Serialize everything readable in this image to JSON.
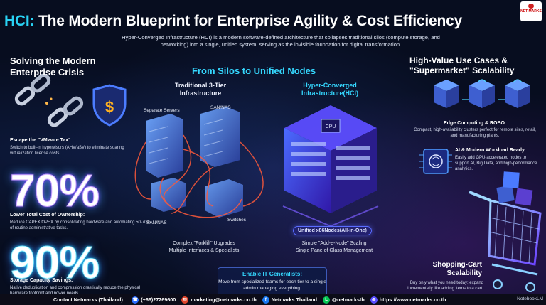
{
  "header": {
    "title_prefix": "HCI:",
    "title_main": " The Modern Blueprint for Enterprise Agility & Cost Efficiency",
    "subtitle": "Hyper-Converged Infrastructure (HCI) is a modern software-defined architecture that collapses traditional silos (compute storage, and networking) into a single, unified system, serving as the invisible foundation for digital transformation.",
    "logo_text": "NET MARKS"
  },
  "left": {
    "heading": "Solving the Modern Enterprise Crisis",
    "vmware_title": "Escape the \"VMware Tax\":",
    "vmware_body": "Switch to built-in hypervisors (AHV/aSV) to eliminate soaring virtualization license costs.",
    "stat1_value": "70%",
    "stat1_title": "Lower Total Cost of Ownership:",
    "stat1_body": "Reduce CAPEX/OPEX by consolidating hardware and automating 50-70% of routine administrative tasks.",
    "stat2_value": "90%",
    "stat2_title": "Storage Capacity Savings:",
    "stat2_body": "Native deduplication and compression drastically reduce the physical hardware footprint and power needs."
  },
  "center": {
    "heading": "From Silos to Unified Nodes",
    "trad_heading": "Traditional 3-Tier Infrastructure",
    "hci_heading": "Hyper-Converged Infrastructure(HCI)",
    "label_servers": "Separate Servers",
    "label_san1": "SAN/NAS",
    "label_san2": "SAN/NAS",
    "label_switches": "Switches",
    "trad_caption_1": "Complex \"Forklift\" Upgrades",
    "trad_caption_2": "Multiple Interfaces & Specialists",
    "cpu_label": "CPU",
    "unified_badge": "Unified x86Nodes(All-in-One)",
    "hci_caption_1": "Simple \"Add-e-Node\" Scaling",
    "hci_caption_2": "Single Pane of Glass Management",
    "generalists_title": "Enable IT Generalists:",
    "generalists_body": "Move from specialized teams for each tier to a single admin managing everything."
  },
  "right": {
    "heading": "High-Value Use Cases & \"Supermarket\" Scalability",
    "edge_title": "Edge Computing & ROBO",
    "edge_body": "Compact, high-availability clusters perfect for remote sites, retail, and manufacturing plants.",
    "ai_title": "AI & Modern Workload Ready:",
    "ai_body": "Easily add GPU-accelerated nodes to support AI, Big Data, and high-performance analytics.",
    "shop_title": "Shopping-Cart Scalability",
    "shop_body": "Buy only what you need today; expand incrementally like adding items to a cart."
  },
  "footer": {
    "contact": "Contact Netmarks (Thailand) :",
    "phone": "(+66)27269600",
    "email": "marketing@netmarks.co.th",
    "facebook": "Netmarks Thailand",
    "line": "@netmarksth",
    "website": "https://www.netmarks.co.th",
    "watermark": "NotebookLM"
  },
  "colors": {
    "accent_cyan": "#35d8ff",
    "background": "#070d1f",
    "glow_purple": "#7a3cff"
  }
}
